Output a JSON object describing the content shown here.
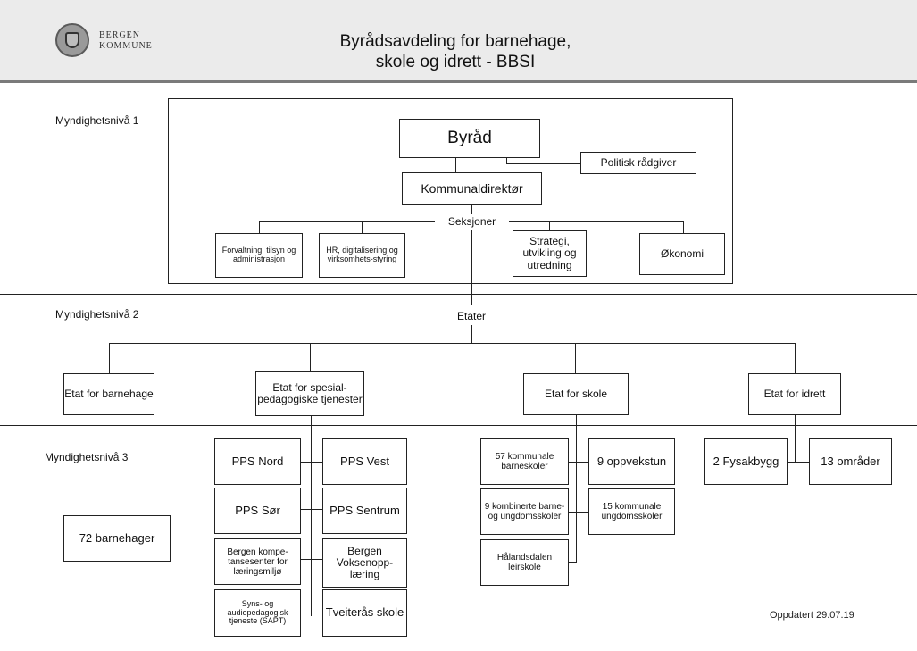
{
  "header": {
    "logo_line1": "BERGEN",
    "logo_line2": "KOMMUNE",
    "title_line1": "Byrådsavdeling for barnehage,",
    "title_line2": "skole og idrett - BBSI"
  },
  "levels": {
    "level1": "Myndighetsnivå 1",
    "level2": "Myndighetsnivå 2",
    "level3": "Myndighetsnivå 3"
  },
  "level1": {
    "byrad": "Byråd",
    "politisk": "Politisk rådgiver",
    "kommunaldirektor": "Kommunaldirektør",
    "seksjoner": "Seksjoner",
    "sections": [
      "Forvaltning, tilsyn og administrasjon",
      "HR, digitalisering og virksomhets-styring",
      "Strategi, utvikling og utredning",
      "Økonomi"
    ]
  },
  "level2": {
    "etater": "Etater",
    "etat_barnehage": "Etat for barnehage",
    "etat_spesial": "Etat for spesial-pedagogiske tjenester",
    "etat_skole": "Etat for skole",
    "etat_idrett": "Etat for idrett"
  },
  "level3": {
    "barnehager": "72 barnehager",
    "pps_nord": "PPS Nord",
    "pps_vest": "PPS Vest",
    "pps_sor": "PPS Sør",
    "pps_sentrum": "PPS Sentrum",
    "kompetansesenter": "Bergen kompe-tansesenter for læringsmiljø",
    "voksenopplaering": "Bergen Voksenopp-læring",
    "sapt": "Syns- og audiopedagogisk tjeneste (SAPT)",
    "tveiteras": "Tveiterås skole",
    "barneskoler": "57 kommunale barneskoler",
    "oppvekstun": "9 oppvekstun",
    "kombinerte": "9 kombinerte barne- og ungdomsskoler",
    "ungdomsskoler": "15 kommunale ungdomsskoler",
    "leirskole": "Hålandsdalen leirskole",
    "fysakbygg": "2 Fysakbygg",
    "omrader": "13 områder"
  },
  "footer": {
    "updated": "Oppdatert 29.07.19"
  }
}
